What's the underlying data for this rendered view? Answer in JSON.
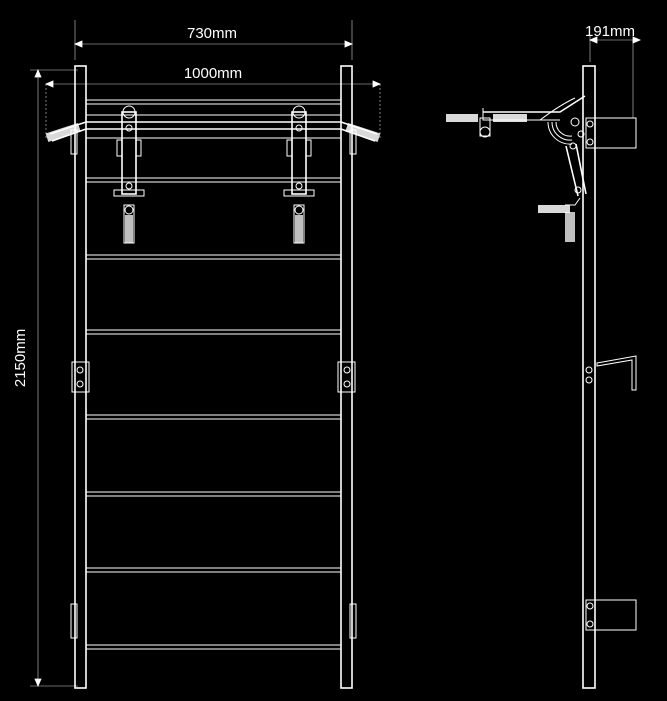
{
  "colors": {
    "background": "#000000",
    "line": "#ffffff"
  },
  "dimensions": {
    "depth_top": "730mm",
    "width_bar": "1000mm",
    "height": "2150mm",
    "side_depth": "191mm"
  }
}
